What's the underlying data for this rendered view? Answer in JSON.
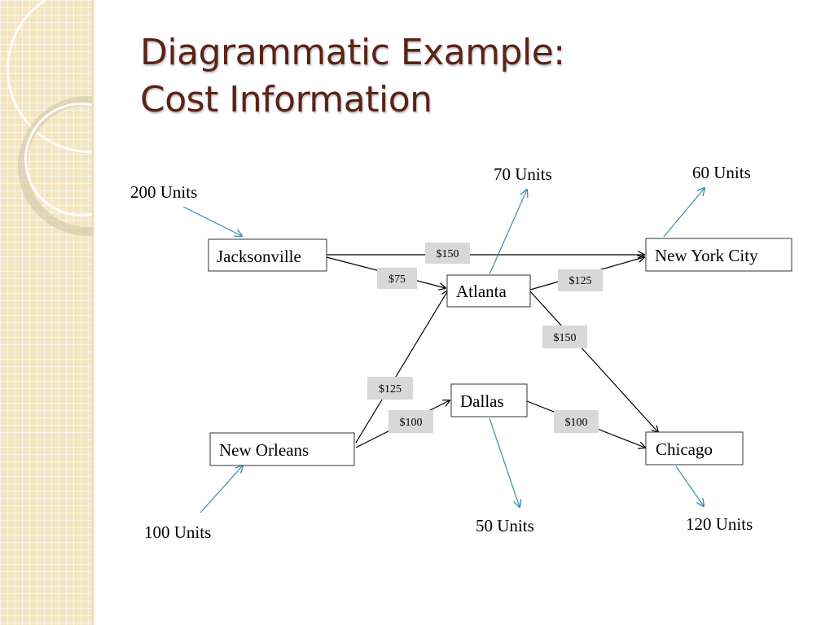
{
  "slide": {
    "title_line1": "Diagrammatic Example:",
    "title_line2": "Cost Information"
  },
  "colors": {
    "title": "#5a2418",
    "flow_arrow": "#3a8fb0",
    "cost_label_bg": "#d8d8d8",
    "sidebar": "#f3e6c4"
  },
  "nodes": {
    "jacksonville": "Jacksonville",
    "atlanta": "Atlanta",
    "new_york_city": "New York City",
    "dallas": "Dallas",
    "new_orleans": "New Orleans",
    "chicago": "Chicago"
  },
  "costs": {
    "jacksonville_new_york": "$150",
    "jacksonville_atlanta": "$75",
    "atlanta_new_york": "$125",
    "atlanta_chicago": "$150",
    "new_orleans_atlanta": "$125",
    "new_orleans_dallas": "$100",
    "dallas_chicago": "$100"
  },
  "units": {
    "jacksonville": "200 Units",
    "atlanta": "70 Units",
    "new_york_city": "60 Units",
    "new_orleans": "100 Units",
    "dallas": "50 Units",
    "chicago": "120 Units"
  }
}
